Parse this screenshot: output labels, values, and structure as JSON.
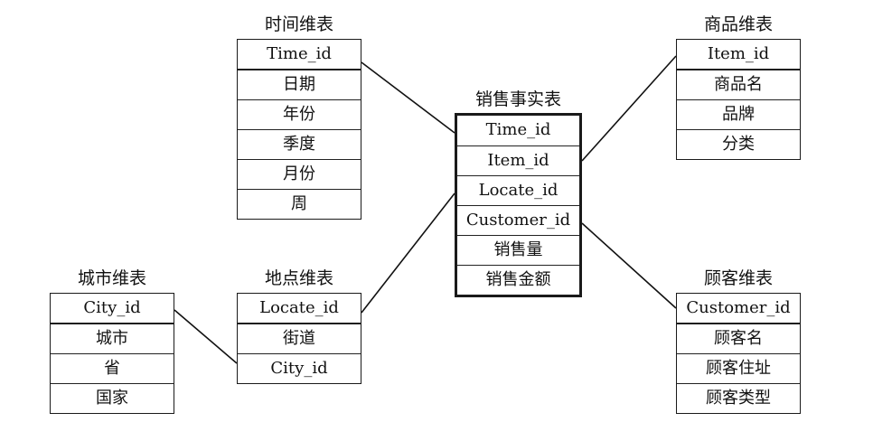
{
  "tables": {
    "time": {
      "title": "时间维表",
      "fields": [
        "Time_id",
        "日期",
        "年份",
        "季度",
        "月份",
        "周"
      ]
    },
    "fact": {
      "title": "销售事实表",
      "fields": [
        "Time_id",
        "Item_id",
        "Locate_id",
        "Customer_id",
        "销售量",
        "销售金额"
      ]
    },
    "item": {
      "title": "商品维表",
      "fields": [
        "Item_id",
        "商品名",
        "品牌",
        "分类"
      ]
    },
    "customer": {
      "title": "顾客维表",
      "fields": [
        "Customer_id",
        "顾客名",
        "顾客住址",
        "顾客类型"
      ]
    },
    "location": {
      "title": "地点维表",
      "fields": [
        "Locate_id",
        "街道",
        "City_id"
      ]
    },
    "city": {
      "title": "城市维表",
      "fields": [
        "City_id",
        "城市",
        "省",
        "国家"
      ]
    }
  },
  "links": [
    {
      "from": "time.Time_id",
      "to": "fact.Time_id"
    },
    {
      "from": "item.Item_id",
      "to": "fact.Item_id"
    },
    {
      "from": "location.Locate_id",
      "to": "fact.Locate_id"
    },
    {
      "from": "customer.Customer_id",
      "to": "fact.Customer_id"
    },
    {
      "from": "city.City_id",
      "to": "location.City_id"
    }
  ]
}
